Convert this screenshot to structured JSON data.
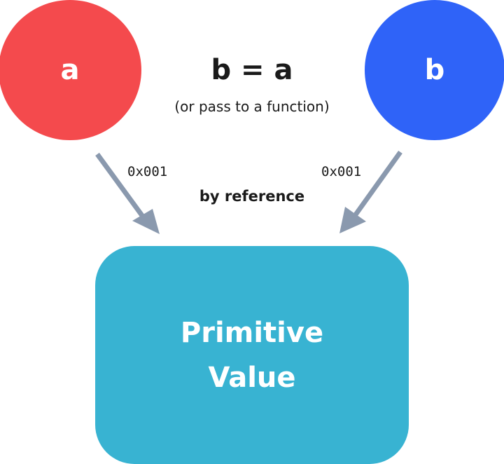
{
  "diagram": {
    "node_a": {
      "label": "a",
      "color": "#f44a4d"
    },
    "node_b": {
      "label": "b",
      "color": "#2f63f8"
    },
    "assignment": "b = a",
    "assignment_note": "(or pass to a function)",
    "address_left": "0x001",
    "address_right": "0x001",
    "relation_label": "by reference",
    "value_box": {
      "line1": "Primitive",
      "line2": "Value",
      "color": "#38b3d2"
    },
    "arrow_color": "#8a99ae"
  }
}
